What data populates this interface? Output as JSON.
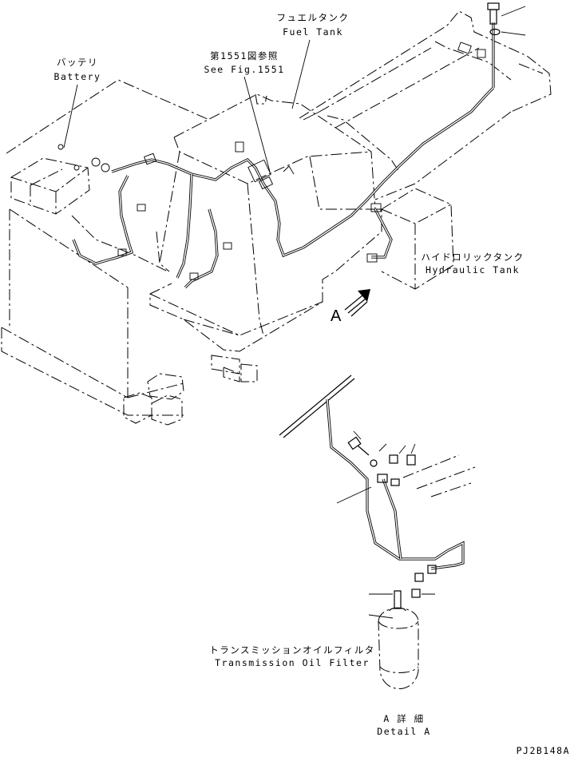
{
  "labels": {
    "battery_jp": "バッテリ",
    "battery_en": "Battery",
    "see_fig_jp": "第1551図参照",
    "see_fig_en": "See Fig.1551",
    "fuel_tank_jp": "フュエルタンク",
    "fuel_tank_en": "Fuel Tank",
    "hydraulic_tank_jp": "ハイドロリックタンク",
    "hydraulic_tank_en": "Hydraulic Tank",
    "view_marker": "A",
    "trans_filter_jp": "トランスミッションオイルフィルタ",
    "trans_filter_en": "Transmission Oil Filter",
    "detail_jp": "A 詳 細",
    "detail_en": "Detail A",
    "drawing_code": "PJ2B148A"
  }
}
